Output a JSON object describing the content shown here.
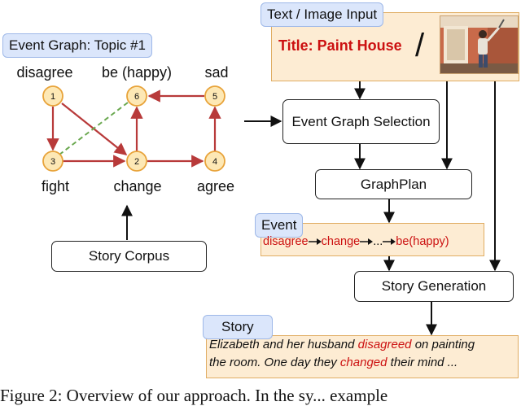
{
  "event_graph": {
    "tag": "Event Graph: Topic #1",
    "nodes": [
      {
        "id": "1",
        "label": "disagree"
      },
      {
        "id": "6",
        "label": "be (happy)"
      },
      {
        "id": "5",
        "label": "sad"
      },
      {
        "id": "3",
        "label": "fight"
      },
      {
        "id": "2",
        "label": "change"
      },
      {
        "id": "4",
        "label": "agree"
      }
    ]
  },
  "input": {
    "tag": "Text / Image Input",
    "title_text": "Title: Paint House",
    "separator": "/"
  },
  "boxes": {
    "selection": "Event Graph Selection",
    "graphplan": "GraphPlan",
    "corpus": "Story Corpus",
    "generation": "Story Generation"
  },
  "event": {
    "tag": "Event",
    "chain": [
      "disagree",
      "change",
      "...",
      "be(happy)"
    ]
  },
  "story": {
    "tag": "Story",
    "line1_pre": "Elizabeth and her husband ",
    "line1_red": "disagreed",
    "line1_post": " on painting",
    "line2_pre": "the room. One day they ",
    "line2_red": "changed",
    "line2_post": " their mind ..."
  },
  "caption": "Figure 2: Overview of our approach. In the sy... example",
  "colors": {
    "node_fill": "#fde8b5",
    "node_stroke": "#e8a33a",
    "edge": "#b83a3a",
    "dashed_edge": "#6aa84f",
    "panel": "#fdecd3",
    "tag": "#dbe6fb",
    "accent_red": "#cc1111"
  }
}
